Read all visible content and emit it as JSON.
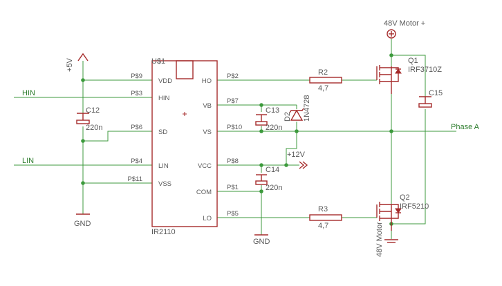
{
  "ic": {
    "name": "U$1",
    "value": "IR2110",
    "pins_left": {
      "vdd": "VDD",
      "hin": "HIN",
      "sd": "SD",
      "lin": "LIN",
      "vss": "VSS"
    },
    "pins_right": {
      "ho": "HO",
      "vb": "VB",
      "vs": "VS",
      "vcc": "VCC",
      "com": "COM",
      "lo": "LO"
    },
    "pads": {
      "p9": "P$9",
      "p3": "P$3",
      "p6": "P$6",
      "p4": "P$4",
      "p11": "P$11",
      "p2": "P$2",
      "p7": "P$7",
      "p10": "P$10",
      "p8": "P$8",
      "p1": "P$1",
      "p5": "P$5"
    }
  },
  "nets": {
    "hin": "HIN",
    "lin": "LIN",
    "phase": "Phase A",
    "v12": "+12V"
  },
  "supplies": {
    "v5": "+5V",
    "gnd": "GND",
    "motor_pos": "48V Motor +",
    "motor_neg": "48V Motor"
  },
  "parts": {
    "c12": {
      "name": "C12",
      "value": "220n"
    },
    "c13": {
      "name": "C13",
      "value": "220n"
    },
    "c14": {
      "name": "C14",
      "value": "220n"
    },
    "c15": {
      "name": "C15"
    },
    "d2": {
      "name": "D2",
      "value": "1N4728"
    },
    "r2": {
      "name": "R2",
      "value": "4,7"
    },
    "r3": {
      "name": "R3",
      "value": "4,7"
    },
    "q1": {
      "name": "Q1",
      "value": "IRF3710Z"
    },
    "q2": {
      "name": "Q2",
      "value": "IRF5210"
    }
  },
  "colors": {
    "wire": "#3c9a3c",
    "part": "#a52a2a",
    "text": "#595959"
  }
}
